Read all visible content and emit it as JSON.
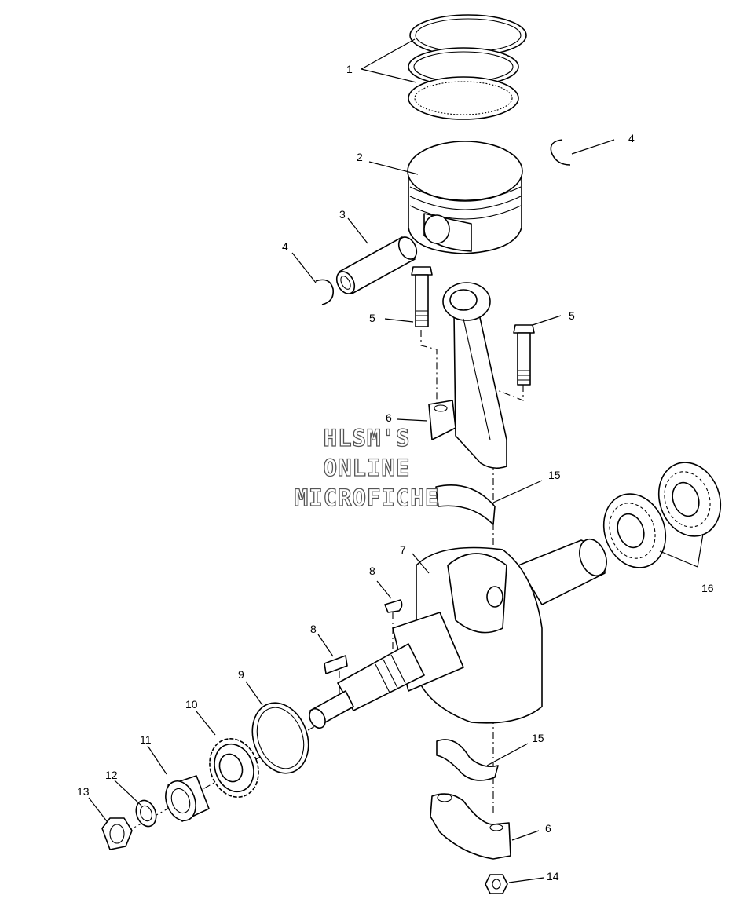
{
  "watermark": {
    "line1": "HLSM'S",
    "line2": "ONLINE",
    "line3": "MICROFICHE"
  },
  "callouts": [
    {
      "id": "c1",
      "text": "1"
    },
    {
      "id": "c2",
      "text": "2"
    },
    {
      "id": "c3",
      "text": "3"
    },
    {
      "id": "c4a",
      "text": "4"
    },
    {
      "id": "c4b",
      "text": "4"
    },
    {
      "id": "c5a",
      "text": "5"
    },
    {
      "id": "c5b",
      "text": "5"
    },
    {
      "id": "c6a",
      "text": "6"
    },
    {
      "id": "c6b",
      "text": "6"
    },
    {
      "id": "c7",
      "text": "7"
    },
    {
      "id": "c8a",
      "text": "8"
    },
    {
      "id": "c8b",
      "text": "8"
    },
    {
      "id": "c9",
      "text": "9"
    },
    {
      "id": "c10",
      "text": "10"
    },
    {
      "id": "c11",
      "text": "11"
    },
    {
      "id": "c12",
      "text": "12"
    },
    {
      "id": "c13",
      "text": "13"
    },
    {
      "id": "c14",
      "text": "14"
    },
    {
      "id": "c15a",
      "text": "15"
    },
    {
      "id": "c15b",
      "text": "15"
    },
    {
      "id": "c16",
      "text": "16"
    }
  ]
}
